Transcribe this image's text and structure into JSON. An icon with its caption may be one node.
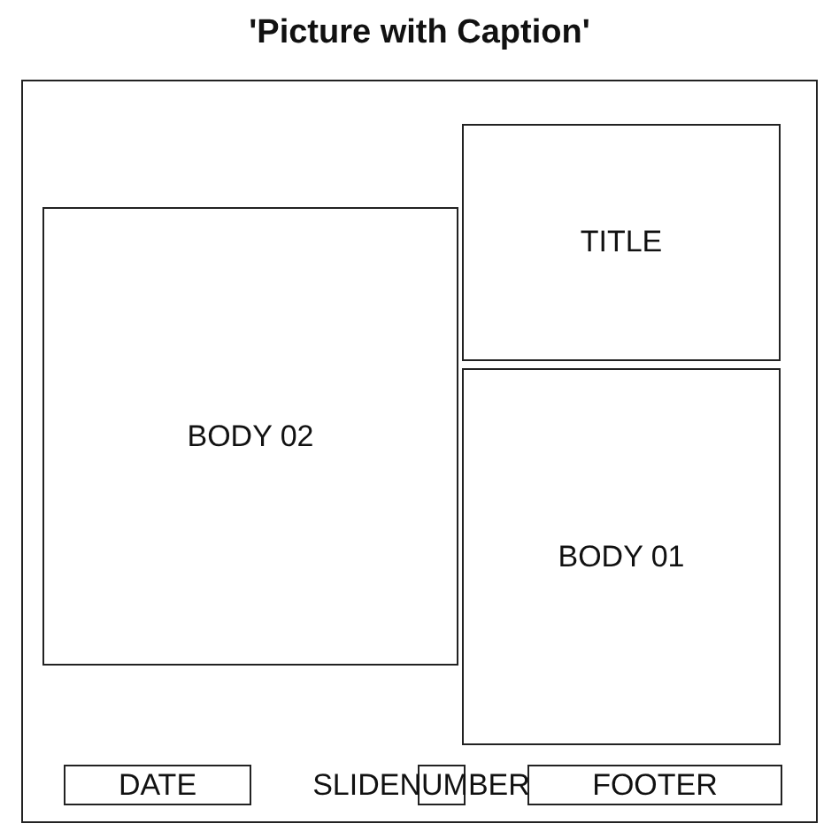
{
  "diagram": {
    "title": "'Picture with Caption'",
    "nodes": [
      {
        "text": [],
        "shape": "box"
      },
      {
        "text": [
          "TITLE"
        ],
        "in": 0
      },
      {
        "text": [
          "BODY 02"
        ],
        "in": 0
      },
      {
        "text": [
          "BODY 01"
        ],
        "in": 0
      },
      {
        "text": [
          "DATE"
        ],
        "in": 0
      },
      {
        "text": [
          "SLIDENUMBER"
        ],
        "in": 0
      },
      {
        "text": [
          "FOOTER"
        ],
        "in": 0
      }
    ],
    "edges": []
  }
}
